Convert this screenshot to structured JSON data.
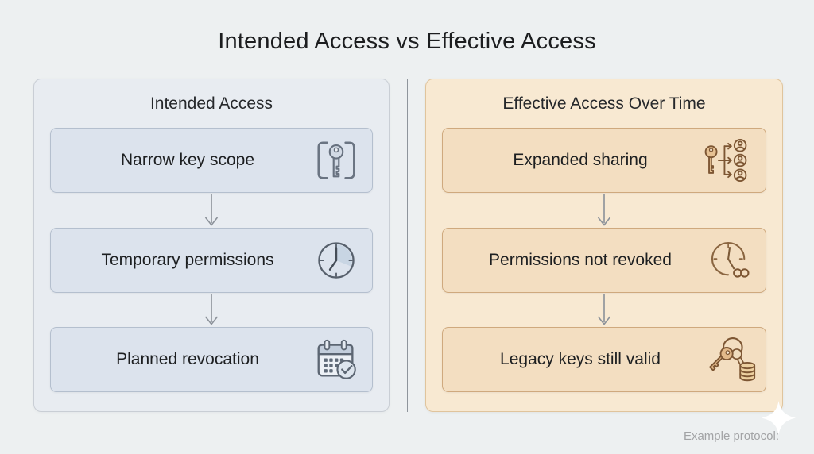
{
  "title": "Intended Access vs Effective Access",
  "intended": {
    "header": "Intended Access",
    "items": [
      {
        "label": "Narrow key scope",
        "icon": "key-scope-icon"
      },
      {
        "label": "Temporary permissions",
        "icon": "clock-icon"
      },
      {
        "label": "Planned revocation",
        "icon": "calendar-check-icon"
      }
    ]
  },
  "effective": {
    "header": "Effective Access Over Time",
    "items": [
      {
        "label": "Expanded sharing",
        "icon": "key-share-users-icon"
      },
      {
        "label": "Permissions not revoked",
        "icon": "clock-infinity-icon"
      },
      {
        "label": "Legacy keys still valid",
        "icon": "keys-database-icon"
      }
    ]
  },
  "footer": {
    "label": "Example protocol:"
  },
  "colors": {
    "page_bg": "#edf0f1",
    "title_text": "#1c1d1f",
    "left_panel_bg": "#e8ecf1",
    "left_panel_border": "#c9ced5",
    "left_box_bg": "#dce3ed",
    "left_box_border": "#b4bfce",
    "left_icon_stroke": "#5c6673",
    "right_panel_bg": "#f8e9d2",
    "right_panel_border": "#e0c49c",
    "right_box_bg": "#f3dec1",
    "right_box_border": "#cfa97e",
    "right_icon_stroke": "#7d5633",
    "arrow": "#8b9199",
    "divider": "#8f959c",
    "footer_text": "#a2a3a5",
    "sparkle": "#ffffff"
  }
}
